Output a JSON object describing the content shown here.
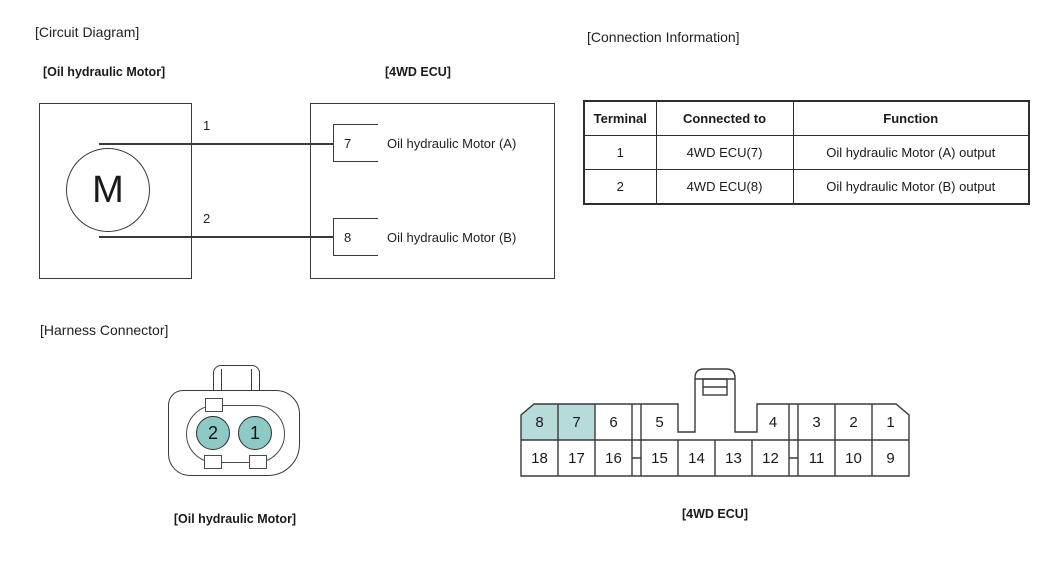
{
  "colors": {
    "line": "#3a3a3a",
    "highlight_cell": "#b7dbd8",
    "pin_circle_fill": "#8ecac5",
    "background": "#ffffff"
  },
  "circuit_diagram": {
    "title": "[Circuit Diagram]",
    "motor_label": "[Oil hydraulic Motor]",
    "ecu_label": "[4WD ECU]",
    "motor_symbol": "M",
    "wires": [
      {
        "number": "1",
        "ecu_pin": "7",
        "function": "Oil hydraulic Motor (A)"
      },
      {
        "number": "2",
        "ecu_pin": "8",
        "function": "Oil hydraulic Motor (B)"
      }
    ]
  },
  "connection_information": {
    "title": "[Connection Information]",
    "table": {
      "headers": [
        "Terminal",
        "Connected to",
        "Function"
      ],
      "rows": [
        [
          "1",
          "4WD ECU(7)",
          "Oil hydraulic Motor (A) output"
        ],
        [
          "2",
          "4WD ECU(8)",
          "Oil hydraulic Motor (B) output"
        ]
      ]
    }
  },
  "harness_connector": {
    "title": "[Harness Connector]",
    "motor_connector": {
      "label": "[Oil hydraulic Motor]",
      "pins": [
        "2",
        "1"
      ]
    },
    "ecu_connector": {
      "label": "[4WD ECU]",
      "top_pins": [
        "8",
        "7",
        "6",
        "5",
        "4",
        "3",
        "2",
        "1"
      ],
      "bottom_pins": [
        "18",
        "17",
        "16",
        "15",
        "14",
        "13",
        "12",
        "11",
        "10",
        "9"
      ],
      "highlighted_pins": [
        "8",
        "7"
      ]
    }
  }
}
